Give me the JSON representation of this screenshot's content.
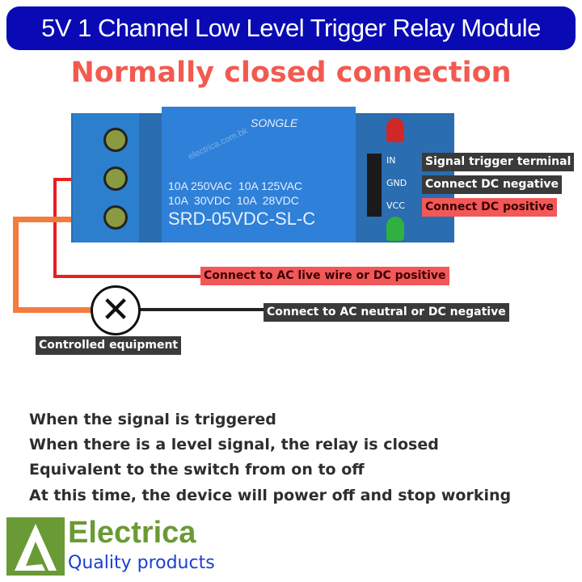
{
  "header": {
    "title": "5V 1 Channel Low Level Trigger Relay Module",
    "subtitle": "Normally closed connection"
  },
  "module": {
    "brand": "SONGLE",
    "ratings": [
      "10A 250VAC  10A 125VAC",
      "10A  30VDC  10A  28VDC"
    ],
    "model": "SRD-05VDC-SL-C",
    "pins": [
      "IN",
      "GND",
      "VCC"
    ],
    "watermark": "electrica.com.bk"
  },
  "labels": {
    "signal": "Signal trigger terminal",
    "dc_negative": "Connect DC negative",
    "dc_positive": "Connect DC positive",
    "ac_live": "Connect to AC live wire or DC positive",
    "ac_neutral": "Connect to AC neutral or DC negative",
    "equipment": "Controlled equipment"
  },
  "description": [
    "When the signal is triggered",
    "When there is a level signal, the relay is closed",
    "Equivalent to the switch from on to off",
    "At this time, the device will power off and stop working"
  ],
  "logo": {
    "name": "Electrica",
    "tagline": "Quality products"
  },
  "colors": {
    "title_bg": "#0a0ab4",
    "accent_red": "#f25a50",
    "logo_green": "#6a9a35",
    "logo_blue": "#1a3fd0"
  }
}
